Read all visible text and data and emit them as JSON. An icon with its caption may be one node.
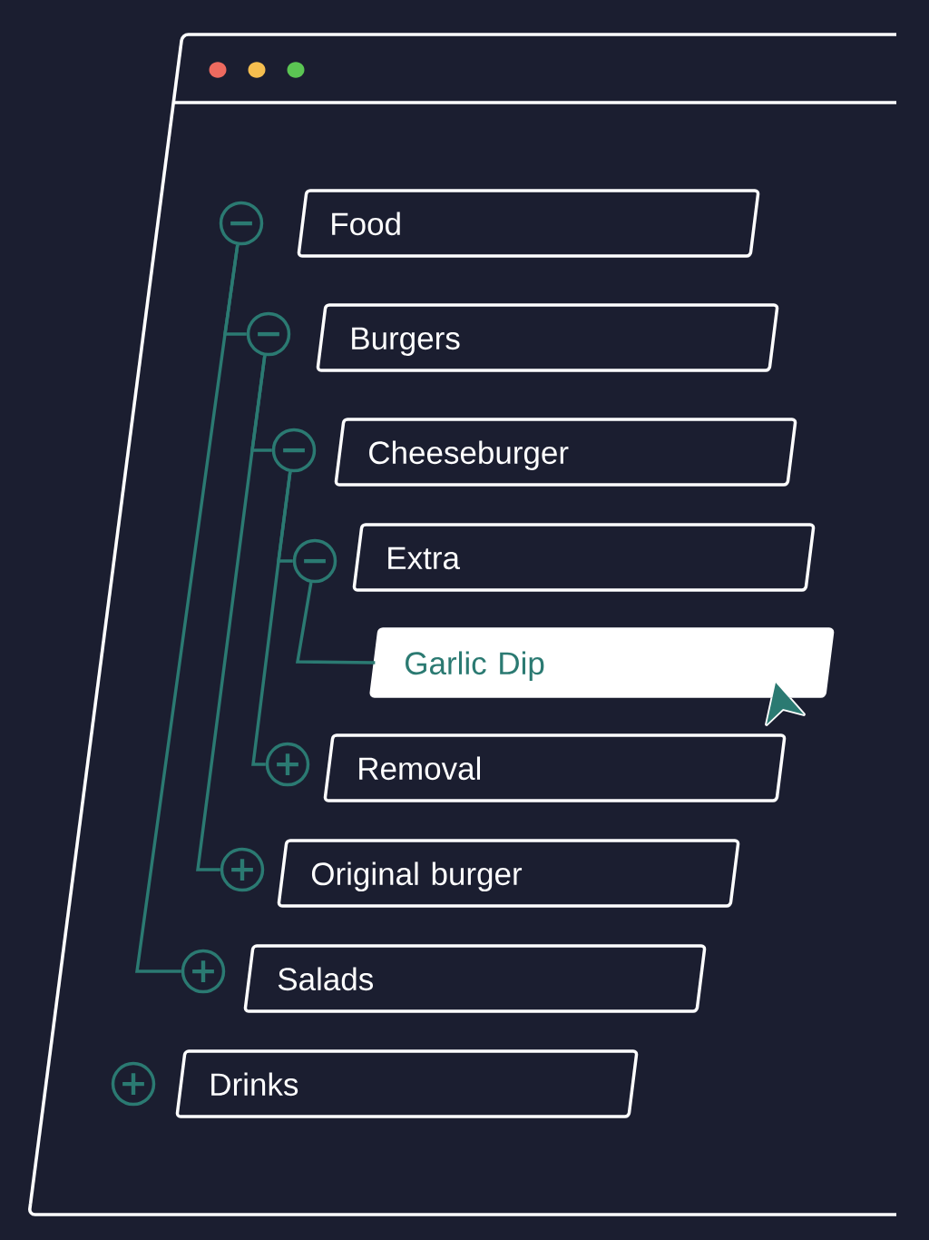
{
  "diagram": {
    "nodes": [
      {
        "text": [
          "−"
        ]
      },
      {
        "text": [
          "Food"
        ]
      },
      {
        "text": [
          "−"
        ]
      },
      {
        "text": [
          "Burgers"
        ]
      },
      {
        "text": [
          "−"
        ]
      },
      {
        "text": [
          "Cheeseburger"
        ]
      },
      {
        "text": [
          "−"
        ]
      },
      {
        "text": [
          "Extra"
        ]
      },
      {
        "text": [
          "Garlic Dip"
        ]
      },
      {
        "text": [
          "+"
        ]
      },
      {
        "text": [
          "Removal"
        ]
      },
      {
        "text": [
          "+"
        ]
      },
      {
        "text": [
          "Original burger"
        ]
      },
      {
        "text": [
          "+"
        ]
      },
      {
        "text": [
          "Salads"
        ]
      },
      {
        "text": [
          "+"
        ]
      },
      {
        "text": [
          "Drinks"
        ]
      }
    ],
    "edges": [
      {
        "from": 0,
        "to": 2,
        "arrow": "none"
      },
      {
        "from": 0,
        "to": 13,
        "arrow": "none"
      },
      {
        "from": 2,
        "to": 4,
        "arrow": "none"
      },
      {
        "from": 2,
        "to": 11,
        "arrow": "none"
      },
      {
        "from": 4,
        "to": 6,
        "arrow": "none"
      },
      {
        "from": 4,
        "to": 9,
        "arrow": "none"
      },
      {
        "from": 6,
        "to": 8,
        "arrow": "none"
      }
    ]
  }
}
